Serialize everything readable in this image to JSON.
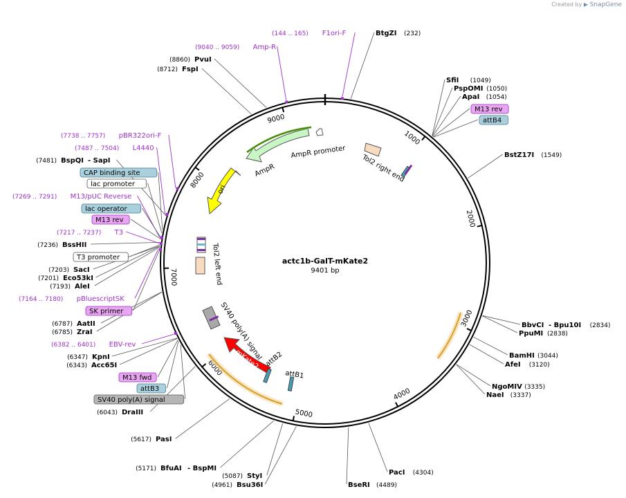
{
  "credit": {
    "created_by": "Created by",
    "brand": "SnapGene"
  },
  "plasmid": {
    "name": "actc1b-GalT-mKate2",
    "size": "9401 bp",
    "length": 9401
  },
  "colors": {
    "primer": "#9b30c8",
    "feature_blue": "#a9d0dc",
    "feature_pink": "#e8a6f0",
    "feature_gray": "#b5b5b5",
    "ampr": "#c8f7c5",
    "ori": "#ffff00",
    "mkate2": "#ff0000"
  },
  "ticks": [
    "1000",
    "2000",
    "3000",
    "4000",
    "5000",
    "6000",
    "7000",
    "8000",
    "9000"
  ],
  "enzymes": [
    {
      "id": "btgzi",
      "name": "BtgZI",
      "pos": "(232)",
      "bp": 232
    },
    {
      "id": "sfii",
      "name": "SfiI",
      "pos": "(1049)",
      "bp": 1049
    },
    {
      "id": "pspomi",
      "name": "PspOMI",
      "pos": "(1050)",
      "bp": 1050
    },
    {
      "id": "apai",
      "name": "ApaI",
      "pos": "(1054)",
      "bp": 1054
    },
    {
      "id": "bstz17i",
      "name": "BstZ17I",
      "pos": "(1549)",
      "bp": 1549
    },
    {
      "id": "bbvci",
      "name": "BbvCI",
      "name2": "- Bpu10I",
      "pos": "(2834)",
      "bp": 2834
    },
    {
      "id": "ppumi",
      "name": "PpuMI",
      "pos": "(2838)",
      "bp": 2838
    },
    {
      "id": "bamhi",
      "name": "BamHI",
      "pos": "(3044)",
      "bp": 3044
    },
    {
      "id": "afei",
      "name": "AfeI",
      "pos": "(3120)",
      "bp": 3120
    },
    {
      "id": "ngomiv",
      "name": "NgoMIV",
      "pos": "(3335)",
      "bp": 3335
    },
    {
      "id": "naei",
      "name": "NaeI",
      "pos": "(3337)",
      "bp": 3337
    },
    {
      "id": "paci",
      "name": "PacI",
      "pos": "(4304)",
      "bp": 4304
    },
    {
      "id": "bseri",
      "name": "BseRI",
      "pos": "(4489)",
      "bp": 4489
    },
    {
      "id": "bsu36i",
      "name": "Bsu36I",
      "pos": "(4961)",
      "bp": 4961
    },
    {
      "id": "styi",
      "name": "StyI",
      "pos": "(5087)",
      "bp": 5087
    },
    {
      "id": "bfuai",
      "name": "BfuAI",
      "name2": "- BspMI",
      "pos": "(5171)",
      "bp": 5171
    },
    {
      "id": "pasi",
      "name": "PasI",
      "pos": "(5617)",
      "bp": 5617
    },
    {
      "id": "draiii",
      "name": "DraIII",
      "pos": "(6043)",
      "bp": 6043
    },
    {
      "id": "acc65i",
      "name": "Acc65I",
      "pos": "(6343)",
      "bp": 6343
    },
    {
      "id": "kpni",
      "name": "KpnI",
      "pos": "(6347)",
      "bp": 6347
    },
    {
      "id": "zrai",
      "name": "ZraI",
      "pos": "(6785)",
      "bp": 6785
    },
    {
      "id": "aatii",
      "name": "AatII",
      "pos": "(6787)",
      "bp": 6787
    },
    {
      "id": "alei",
      "name": "AleI",
      "pos": "(7193)",
      "bp": 7193
    },
    {
      "id": "eco53ki",
      "name": "Eco53kI",
      "pos": "(7201)",
      "bp": 7201
    },
    {
      "id": "saci",
      "name": "SacI",
      "pos": "(7203)",
      "bp": 7203
    },
    {
      "id": "bsshii",
      "name": "BssHII",
      "pos": "(7236)",
      "bp": 7236
    },
    {
      "id": "bspqi",
      "name": "BspQI",
      "name2": "- SapI",
      "pos": "(7481)",
      "bp": 7481
    },
    {
      "id": "fspi",
      "name": "FspI",
      "pos": "(8712)",
      "bp": 8712
    },
    {
      "id": "pvui",
      "name": "PvuI",
      "pos": "(8860)",
      "bp": 8860
    }
  ],
  "primers": [
    {
      "id": "f1ori-f",
      "name": "F1ori-F",
      "range": "(144 .. 165)",
      "bp": 155
    },
    {
      "id": "amp-r",
      "name": "Amp-R",
      "range": "(9040 .. 9059)",
      "bp": 9050
    },
    {
      "id": "pbr322ori-f",
      "name": "pBR322ori-F",
      "range": "(7738 .. 7757)",
      "bp": 7748
    },
    {
      "id": "l4440",
      "name": "L4440",
      "range": "(7487 .. 7504)",
      "bp": 7495
    },
    {
      "id": "m13-puc-reverse",
      "name": "M13/pUC Reverse",
      "range": "(7269 .. 7291)",
      "bp": 7280
    },
    {
      "id": "t3",
      "name": "T3",
      "range": "(7217 .. 7237)",
      "bp": 7227
    },
    {
      "id": "pbluescriptsk",
      "name": "pBluescriptSK",
      "range": "(7164 .. 7180)",
      "bp": 7172
    },
    {
      "id": "ebv-rev",
      "name": "EBV-rev",
      "range": "(6382 .. 6401)",
      "bp": 6391
    }
  ],
  "boxed_features": [
    {
      "id": "m13-rev-right",
      "name": "M13 rev",
      "style": "pink",
      "bp": 1060
    },
    {
      "id": "attb4",
      "name": "attB4",
      "style": "blue",
      "bp": 1065
    },
    {
      "id": "cap-binding-site",
      "name": "CAP binding site",
      "style": "blue",
      "bp": 7350
    },
    {
      "id": "lac-promoter",
      "name": "lac promoter",
      "style": "white",
      "bp": 7320
    },
    {
      "id": "lac-operator",
      "name": "lac operator",
      "style": "blue",
      "bp": 7275
    },
    {
      "id": "m13-rev-left",
      "name": "M13 rev",
      "style": "pink",
      "bp": 7265
    },
    {
      "id": "t3-promoter",
      "name": "T3 promoter",
      "style": "white",
      "bp": 7215
    },
    {
      "id": "sk-primer",
      "name": "SK primer",
      "style": "pink",
      "bp": 7170
    },
    {
      "id": "m13-fwd",
      "name": "M13 fwd",
      "style": "pink",
      "bp": 6330
    },
    {
      "id": "attb3",
      "name": "attB3",
      "style": "blue",
      "bp": 6320
    },
    {
      "id": "sv40-polya-signal-box",
      "name": "SV40 poly(A) signal",
      "style": "gray",
      "bp": 6280
    }
  ],
  "features": {
    "ampr": "AmpR",
    "ampr_promoter": "AmpR promoter",
    "ori": "ori",
    "tol2_right_end": "Tol2 right end",
    "tol2_left_end": "Tol2 left end",
    "sv40_polya_signal": "SV40 poly(A) signal",
    "mkate2": "mKate2",
    "attb2": "attB2",
    "attb1": "attB1"
  }
}
